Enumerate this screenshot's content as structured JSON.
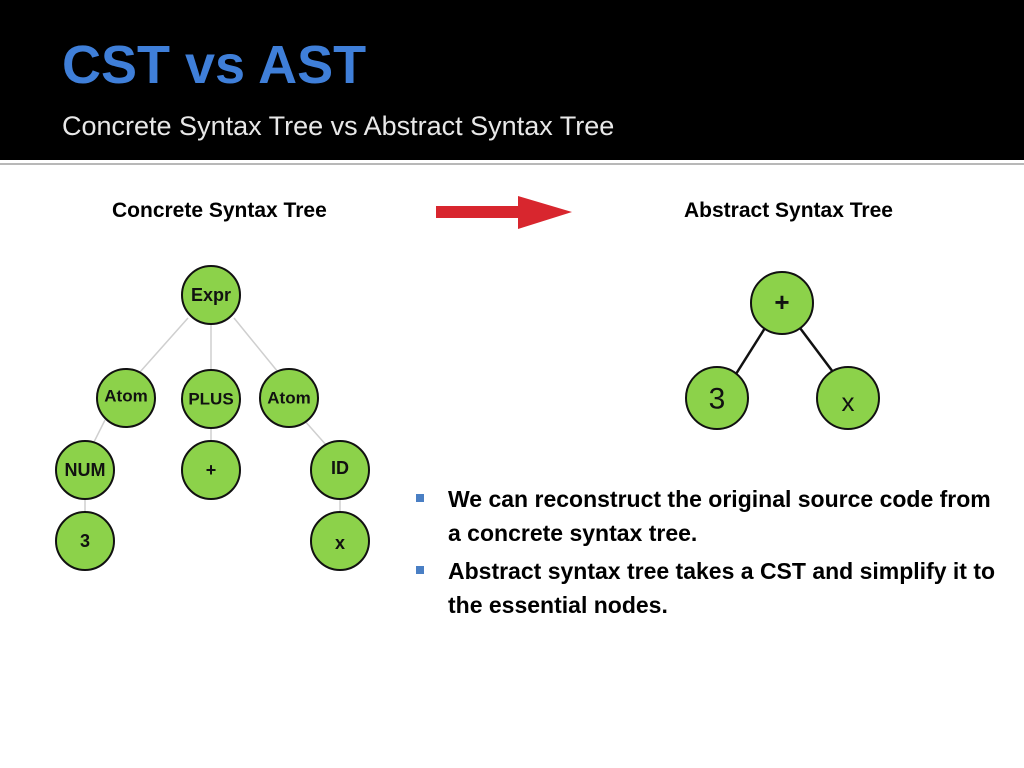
{
  "header": {
    "title": "CST vs AST",
    "subtitle": "Concrete Syntax Tree vs Abstract Syntax Tree"
  },
  "labels": {
    "cst": "Concrete Syntax Tree",
    "ast": "Abstract Syntax Tree"
  },
  "colors": {
    "title": "#3f7fd9",
    "node_fill": "#8cd24a",
    "arrow": "#d8262e",
    "bullet": "#4a7fc4"
  },
  "cst": {
    "expr": "Expr",
    "atom_left": "Atom",
    "plus": "PLUS",
    "atom_right": "Atom",
    "num": "NUM",
    "plus_sign": "+",
    "id": "ID",
    "three": "3",
    "x": "x"
  },
  "ast": {
    "root": "+",
    "left": "3",
    "right": "x"
  },
  "bullets": [
    "We can reconstruct the original source code from a concrete syntax tree.",
    "Abstract syntax tree takes a CST and simplify it to the essential nodes."
  ]
}
